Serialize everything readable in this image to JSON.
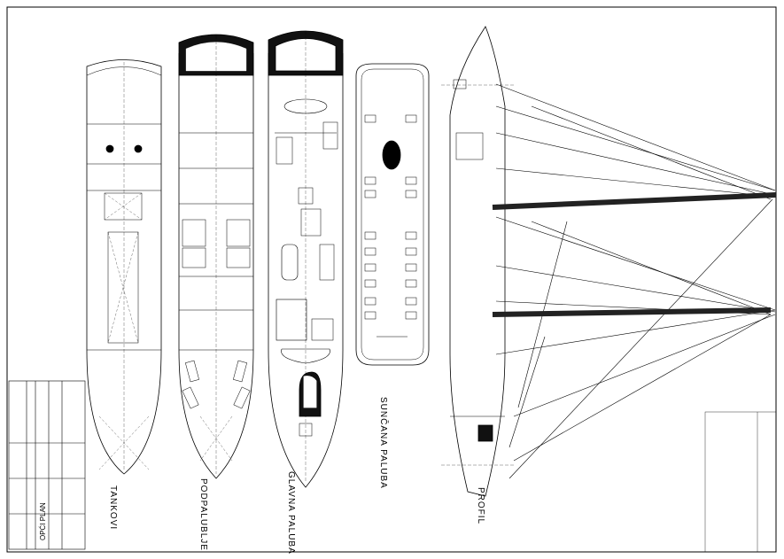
{
  "views": {
    "tank": "TANKOVI",
    "below_deck": "PODPALUBLJE",
    "main_deck": "GLAVNA PALUBA",
    "sun_deck": "SUNČANA PALUBA",
    "profile": "PROFIL"
  },
  "title_block": {
    "drawing_title": "OPĆI PLAN"
  },
  "colors": {
    "line": "#000000",
    "paper": "#ffffff",
    "mast": "#222222"
  }
}
